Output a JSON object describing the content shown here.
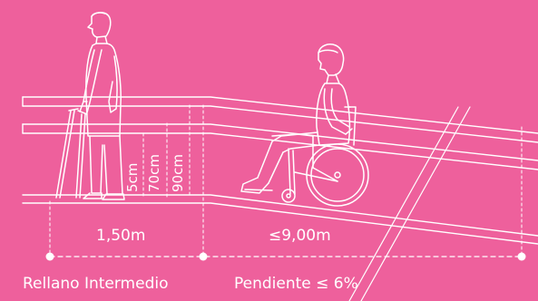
{
  "colors": {
    "background": "#ee609c",
    "line": "#ffffff"
  },
  "figures": {
    "standing_person": "man-with-crutches-icon",
    "wheelchair_user": "wheelchair-user-icon"
  },
  "heights": {
    "h5": "5cm",
    "h70": "70cm",
    "h90": "90cm"
  },
  "dimensions": {
    "landing": "1,50m",
    "ramp": "≤9,00m"
  },
  "captions": {
    "landing": "Rellano Intermedio",
    "slope": "Pendiente ≤ 6%"
  }
}
